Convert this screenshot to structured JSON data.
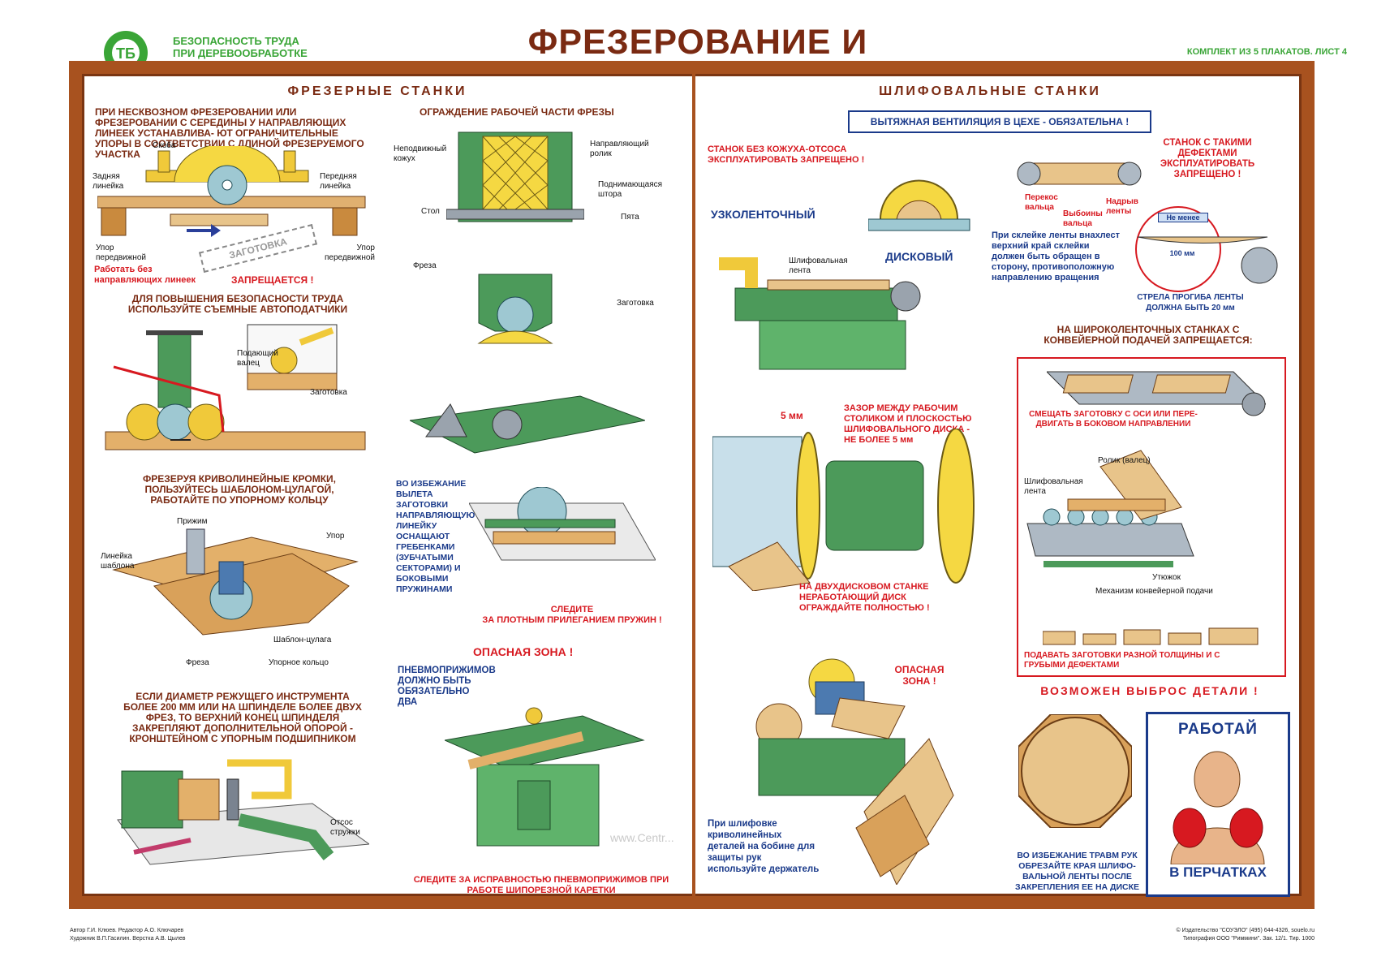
{
  "header": {
    "series": [
      "БЕЗОПАСНОСТЬ ТРУДА",
      "ПРИ ДЕРЕВООБРАБОТКЕ"
    ],
    "title": "ФРЕЗЕРОВАНИЕ И ШЛИФОВАНИЕ",
    "set_info": "КОМПЛЕКТ ИЗ 5 ПЛАКАТОВ. ЛИСТ 4",
    "logo_icon": "tb-logo-icon"
  },
  "colors": {
    "frame": "#a8521f",
    "title": "#7a2a12",
    "warning": "#d71920",
    "note": "#1a3a8a",
    "brand": "#3aa537"
  },
  "milling": {
    "section_title": "ФРЕЗЕРНЫЕ СТАНКИ",
    "limits_text": "ПРИ НЕСКВОЗНОМ ФРЕЗЕРОВАНИИ ИЛИ ФРЕЗЕРОВАНИИ С СЕРЕДИНЫ У НАПРАВЛЯЮЩИХ ЛИНЕЕК УСТАНАВЛИВА- ЮТ ОГРАНИЧИТЕЛЬНЫЕ УПОРЫ В СООТВЕТСТВИИ С ДЛИНОЙ ФРЕЗЕРУЕМОГО УЧАСТКА",
    "labels1": {
      "skoba": "Скоба",
      "back_ruler": "Задняя линейка",
      "front_ruler": "Передняя линейка",
      "stop_left": "Упор передвижной",
      "stop_right": "Упор передвижной",
      "workpiece": "ЗАГОТОВКА"
    },
    "no_rulers": "Работать без направляющих линеек",
    "forbidden": "ЗАПРЕЩАЕТСЯ !",
    "autofeed_text": "ДЛЯ ПОВЫШЕНИЯ БЕЗОПАСНОСТИ ТРУДА ИСПОЛЬЗУЙТЕ СЪЕМНЫЕ АВТОПОДАТЧИКИ",
    "labels2": {
      "feed_roller": "Подающий валец",
      "workpiece": "Заготовка"
    },
    "template_text": "ФРЕЗЕРУЯ КРИВОЛИНЕЙНЫЕ КРОМКИ, ПОЛЬЗУЙТЕСЬ ШАБЛОНОМ-ЦУЛАГОЙ, РАБОТАЙТЕ ПО УПОРНОМУ КОЛЬЦУ",
    "labels3": {
      "clamp": "Прижим",
      "stop": "Упор",
      "template_ruler": "Линейка шаблона",
      "template": "Шаблон-цулага",
      "cutter": "Фреза",
      "ring": "Упорное кольцо"
    },
    "support_text": "ЕСЛИ ДИАМЕТР РЕЖУЩЕГО ИНСТРУМЕНТА БОЛЕЕ 200 мм ИЛИ НА ШПИНДЕЛЕ БОЛЕЕ ДВУХ ФРЕЗ, ТО ВЕРХНИЙ КОНЕЦ ШПИНДЕЛЯ ЗАКРЕПЛЯЮТ ДОПОЛНИТЕЛЬНОЙ ОПОРОЙ - КРОНШТЕЙНОМ С УПОРНЫМ ПОДШИПНИКОМ",
    "chips": "Отсос стружки",
    "guard_title": "ОГРАЖДЕНИЕ РАБОЧЕЙ ЧАСТИ ФРЕЗЫ",
    "guard_labels": {
      "fixed_cover": "Неподвижный кожух",
      "guide_roller": "Направляющий ролик",
      "lift_curtain": "Поднимающаяся штора",
      "heel": "Пята",
      "table": "Стол",
      "cutter": "Фреза",
      "workpiece": "Заготовка"
    },
    "combs_text": "ВО ИЗБЕЖАНИЕ ВЫЛЕТА ЗАГОТОВКИ НАПРАВЛЯЮЩУЮ ЛИНЕЙКУ ОСНАЩАЮТ ГРЕБЕНКАМИ (ЗУБЧАТЫМИ СЕКТОРАМИ) И БОКОВЫМИ ПРУЖИНАМИ",
    "springs_warn": [
      "СЛЕДИТЕ",
      "ЗА ПЛОТНЫМ ПРИЛЕГАНИЕМ ПРУЖИН !"
    ],
    "danger_zone": "ОПАСНАЯ ЗОНА !",
    "pneumo_text": "ПНЕВМОПРИЖИМОВ ДОЛЖНО БЫТЬ ОБЯЗАТЕЛЬНО ДВА",
    "pneumo_warn": "СЛЕДИТЕ ЗА ИСПРАВНОСТЬЮ ПНЕВМОПРИЖИМОВ ПРИ РАБОТЕ ШИПОРЕЗНОЙ КАРЕТКИ"
  },
  "sanding": {
    "section_title": "ШЛИФОВАЛЬНЫЕ СТАНКИ",
    "ventilation": "ВЫТЯЖНАЯ ВЕНТИЛЯЦИЯ В ЦЕХЕ - ОБЯЗАТЕЛЬНА !",
    "no_hood": "СТАНОК БЕЗ КОЖУХА-ОТСОСА ЭКСПЛУАТИРОВАТЬ ЗАПРЕЩЕНО !",
    "narrow_belt": "УЗКОЛЕНТОЧНЫЙ",
    "disc": "ДИСКОВЫЙ",
    "belt_label": "Шлифовальная лента",
    "defects_title": "СТАНОК С ТАКИМИ ДЕФЕКТАМИ ЭКСПЛУАТИРОВАТЬ ЗАПРЕЩЕНО !",
    "defects": {
      "skew": "Перекос вальца",
      "pits": "Выбоины вальца",
      "tears": "Надрыв ленты"
    },
    "splice_text": "При склейке ленты внахлест верхний край склейки должен быть обращен в сторону, противоположную направлению вращения",
    "min_label": "Не менее",
    "min_value": "100 мм",
    "sag_text": "СТРЕЛА ПРОГИБА ЛЕНТЫ ДОЛЖНА БЫТЬ 20 мм",
    "gap_value": "5 мм",
    "gap_text": "ЗАЗОР МЕЖДУ РАБОЧИМ СТОЛИКОМ И ПЛОСКОСТЬЮ ШЛИФОВАЛЬНОГО ДИСКА - НЕ БОЛЕЕ 5 мм",
    "twin_disc": "НА ДВУХДИСКОВОМ СТАНКЕ НЕРАБОТАЮЩИЙ ДИСК ОГРАЖДАЙТЕ ПОЛНОСТЬЮ !",
    "wide_title": "НА ШИРОКОЛЕНТОЧНЫХ СТАНКАХ С КОНВЕЙЕРНОЙ ПОДАЧЕЙ ЗАПРЕЩАЕТСЯ:",
    "wide_rule1": "СМЕЩАТЬ ЗАГОТОВКУ С ОСИ ИЛИ ПЕРЕ- ДВИГАТЬ В БОКОВОМ НАПРАВЛЕНИИ",
    "wide_labels": {
      "roller": "Ролик (валец)",
      "belt": "Шлифовальная лента",
      "iron": "Утюжок",
      "conveyor": "Механизм конвейерной подачи"
    },
    "wide_rule2": "ПОДАВАТЬ ЗАГОТОВКИ РАЗНОЙ ТОЛЩИНЫ И С ГРУБЫМИ ДЕФЕКТАМИ",
    "eject": "ВОЗМОЖЕН ВЫБРОС ДЕТАЛИ !",
    "danger_zone": "ОПАСНАЯ ЗОНА !",
    "holder_text": "При шлифовке криволинейных деталей на бобине для защиты рук используйте держатель",
    "trim_text": "ВО ИЗБЕЖАНИЕ ТРАВМ РУК ОБРЕЗАЙТЕ КРАЯ ШЛИФО- ВАЛЬНОЙ ЛЕНТЫ ПОСЛЕ ЗАКРЕПЛЕНИЯ ЕЕ НА ДИСКЕ",
    "gloves_top": "РАБОТАЙ",
    "gloves_bottom": "В ПЕРЧАТКАХ"
  },
  "watermark": "www.Centr...",
  "footer": {
    "left1": "Автор Г.И. Клюев. Редактор А.О. Ключарев",
    "left2": "Художник В.П.Гасилин. Верстка А.В. Цылев",
    "right1": "© Издательство \"СОУЭЛО\" (495) 644-4326, souelo.ru",
    "right2": "Типография ООО \"Риммини\". Зак. 12/1. Тир. 1000"
  }
}
